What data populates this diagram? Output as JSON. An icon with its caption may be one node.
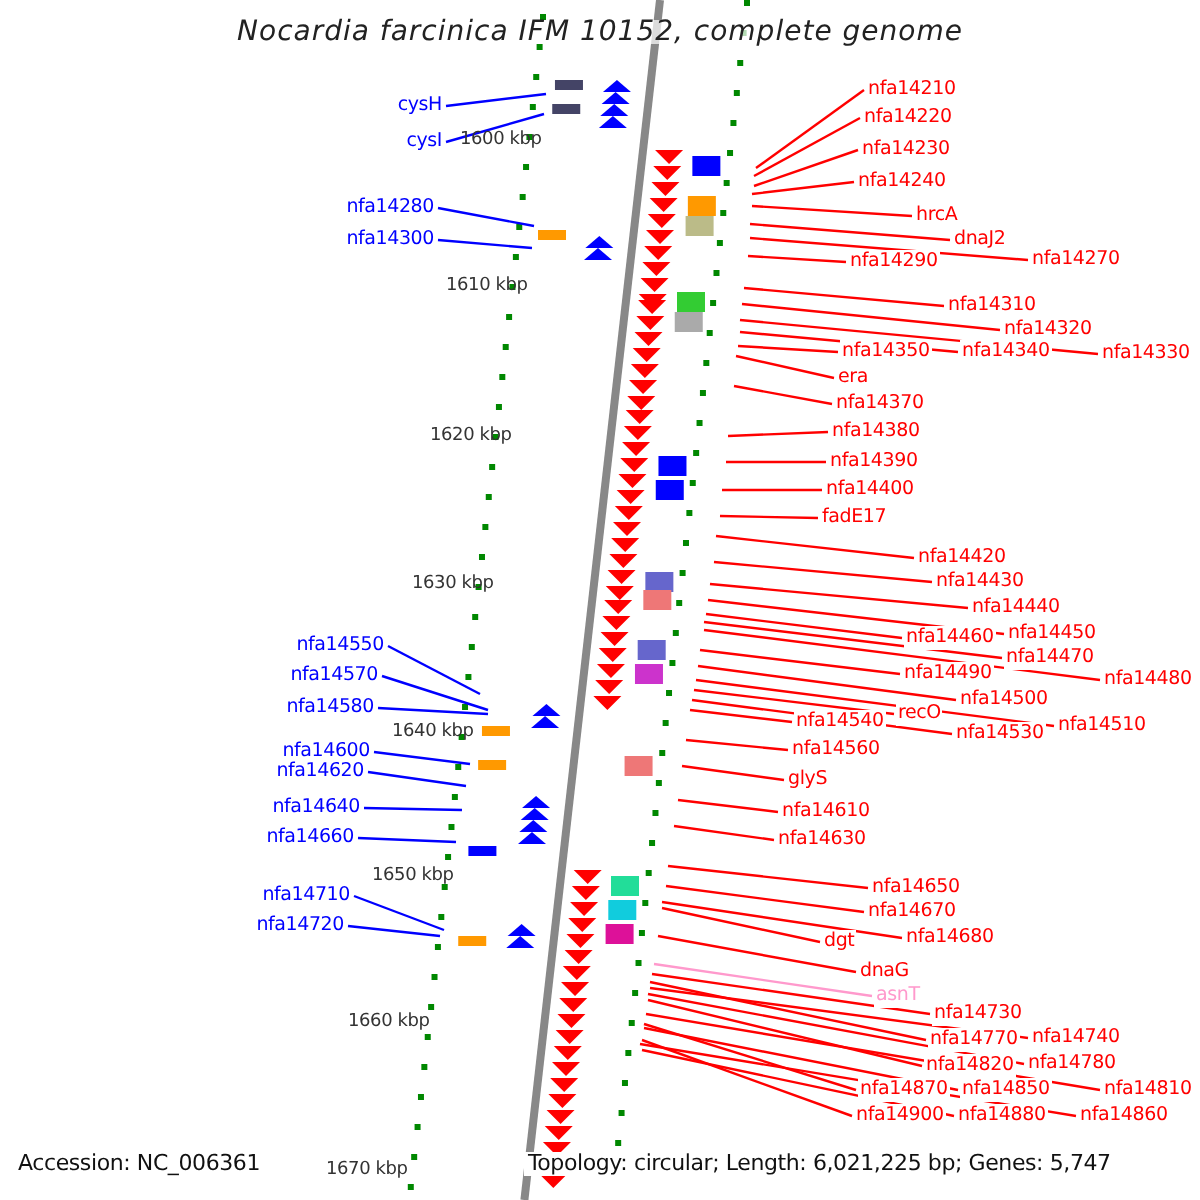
{
  "diagram": {
    "title": "Nocardia farcinica IFM 10152, complete genome",
    "nodes": [
      {
        "text": [
          "cysH"
        ]
      },
      {
        "text": [
          "cysI"
        ]
      },
      {
        "text": [
          "nfa14280"
        ]
      },
      {
        "text": [
          "nfa14300"
        ]
      },
      {
        "text": [
          "nfa14550"
        ]
      },
      {
        "text": [
          "nfa14570"
        ]
      },
      {
        "text": [
          "nfa14580"
        ]
      },
      {
        "text": [
          "nfa14600"
        ]
      },
      {
        "text": [
          "nfa14620"
        ]
      },
      {
        "text": [
          "nfa14640"
        ]
      },
      {
        "text": [
          "nfa14660"
        ]
      },
      {
        "text": [
          "nfa14710"
        ]
      },
      {
        "text": [
          "nfa14720"
        ]
      },
      {
        "text": [
          "nfa14210"
        ]
      },
      {
        "text": [
          "nfa14220"
        ]
      },
      {
        "text": [
          "nfa14230"
        ]
      },
      {
        "text": [
          "nfa14240"
        ]
      },
      {
        "text": [
          "hrcA"
        ]
      },
      {
        "text": [
          "dnaJ2"
        ]
      },
      {
        "text": [
          "nfa14270"
        ]
      },
      {
        "text": [
          "nfa14290"
        ]
      },
      {
        "text": [
          "nfa14310"
        ]
      },
      {
        "text": [
          "nfa14320"
        ]
      },
      {
        "text": [
          "nfa14330"
        ]
      },
      {
        "text": [
          "nfa14340"
        ]
      },
      {
        "text": [
          "nfa14350"
        ]
      },
      {
        "text": [
          "era"
        ]
      },
      {
        "text": [
          "nfa14370"
        ]
      },
      {
        "text": [
          "nfa14380"
        ]
      },
      {
        "text": [
          "nfa14390"
        ]
      },
      {
        "text": [
          "nfa14400"
        ]
      },
      {
        "text": [
          "fadE17"
        ]
      },
      {
        "text": [
          "nfa14420"
        ]
      },
      {
        "text": [
          "nfa14430"
        ]
      },
      {
        "text": [
          "nfa14440"
        ]
      },
      {
        "text": [
          "nfa14450"
        ]
      },
      {
        "text": [
          "nfa14460"
        ]
      },
      {
        "text": [
          "nfa14470"
        ]
      },
      {
        "text": [
          "nfa14480"
        ]
      },
      {
        "text": [
          "nfa14490"
        ]
      },
      {
        "text": [
          "nfa14500"
        ]
      },
      {
        "text": [
          "nfa14510"
        ]
      },
      {
        "text": [
          "recO"
        ]
      },
      {
        "text": [
          "nfa14530"
        ]
      },
      {
        "text": [
          "nfa14540"
        ]
      },
      {
        "text": [
          "nfa14560"
        ]
      },
      {
        "text": [
          "glyS"
        ]
      },
      {
        "text": [
          "nfa14610"
        ]
      },
      {
        "text": [
          "nfa14630"
        ]
      },
      {
        "text": [
          "nfa14650"
        ]
      },
      {
        "text": [
          "nfa14670"
        ]
      },
      {
        "text": [
          "dgt"
        ]
      },
      {
        "text": [
          "nfa14680"
        ]
      },
      {
        "text": [
          "dnaG"
        ]
      },
      {
        "text": [
          "asnT"
        ]
      },
      {
        "text": [
          "nfa14730"
        ]
      },
      {
        "text": [
          "nfa14770"
        ]
      },
      {
        "text": [
          "nfa14740"
        ]
      },
      {
        "text": [
          "nfa14820"
        ]
      },
      {
        "text": [
          "nfa14780"
        ]
      },
      {
        "text": [
          "nfa14810"
        ]
      },
      {
        "text": [
          "nfa14870"
        ]
      },
      {
        "text": [
          "nfa14850"
        ]
      },
      {
        "text": [
          "nfa14900"
        ]
      },
      {
        "text": [
          "nfa14880"
        ]
      },
      {
        "text": [
          "nfa14860"
        ]
      }
    ],
    "edges": [
      {
        "from": 0,
        "to": null,
        "arrow": "none",
        "color": "#0000ff"
      },
      {
        "from": 1,
        "to": null,
        "arrow": "none",
        "color": "#0000ff"
      },
      {
        "from": 2,
        "to": null,
        "arrow": "none",
        "color": "#0000ff"
      },
      {
        "from": 3,
        "to": null,
        "arrow": "none",
        "color": "#0000ff"
      },
      {
        "from": 4,
        "to": null,
        "arrow": "none",
        "color": "#0000ff"
      },
      {
        "from": 5,
        "to": null,
        "arrow": "none",
        "color": "#0000ff"
      },
      {
        "from": 6,
        "to": null,
        "arrow": "none",
        "color": "#0000ff"
      },
      {
        "from": 7,
        "to": null,
        "arrow": "none",
        "color": "#0000ff"
      },
      {
        "from": 8,
        "to": null,
        "arrow": "none",
        "color": "#0000ff"
      },
      {
        "from": 9,
        "to": null,
        "arrow": "none",
        "color": "#0000ff"
      },
      {
        "from": 10,
        "to": null,
        "arrow": "none",
        "color": "#0000ff"
      },
      {
        "from": 11,
        "to": null,
        "arrow": "none",
        "color": "#0000ff"
      },
      {
        "from": 12,
        "to": null,
        "arrow": "none",
        "color": "#0000ff"
      },
      {
        "from": 13,
        "to": null,
        "arrow": "none"
      },
      {
        "from": 14,
        "to": null,
        "arrow": "none"
      },
      {
        "from": 15,
        "to": null,
        "arrow": "none"
      },
      {
        "from": 16,
        "to": null,
        "arrow": "none"
      },
      {
        "from": 17,
        "to": null,
        "arrow": "none"
      },
      {
        "from": 18,
        "to": null,
        "arrow": "none"
      },
      {
        "from": 19,
        "to": null,
        "arrow": "none"
      },
      {
        "from": 20,
        "to": null,
        "arrow": "none"
      },
      {
        "from": 21,
        "to": null,
        "arrow": "none"
      },
      {
        "from": 22,
        "to": null,
        "arrow": "none"
      },
      {
        "from": 23,
        "to": null,
        "arrow": "none"
      },
      {
        "from": 24,
        "to": null,
        "arrow": "none"
      },
      {
        "from": 25,
        "to": null,
        "arrow": "none"
      },
      {
        "from": 26,
        "to": null,
        "arrow": "none"
      },
      {
        "from": 27,
        "to": null,
        "arrow": "none"
      },
      {
        "from": 28,
        "to": null,
        "arrow": "none"
      },
      {
        "from": 29,
        "to": null,
        "arrow": "none"
      },
      {
        "from": 30,
        "to": null,
        "arrow": "none"
      },
      {
        "from": 31,
        "to": null,
        "arrow": "none"
      },
      {
        "from": 32,
        "to": null,
        "arrow": "none"
      },
      {
        "from": 33,
        "to": null,
        "arrow": "none"
      },
      {
        "from": 34,
        "to": null,
        "arrow": "none"
      },
      {
        "from": 35,
        "to": null,
        "arrow": "none"
      },
      {
        "from": 36,
        "to": null,
        "arrow": "none"
      },
      {
        "from": 37,
        "to": null,
        "arrow": "none"
      },
      {
        "from": 38,
        "to": null,
        "arrow": "none"
      },
      {
        "from": 39,
        "to": null,
        "arrow": "none"
      },
      {
        "from": 40,
        "to": null,
        "arrow": "none"
      },
      {
        "from": 41,
        "to": null,
        "arrow": "none"
      },
      {
        "from": 42,
        "to": null,
        "arrow": "none"
      },
      {
        "from": 43,
        "to": null,
        "arrow": "none"
      },
      {
        "from": 44,
        "to": null,
        "arrow": "none"
      },
      {
        "from": 45,
        "to": null,
        "arrow": "none"
      },
      {
        "from": 46,
        "to": null,
        "arrow": "none"
      },
      {
        "from": 47,
        "to": null,
        "arrow": "none"
      },
      {
        "from": 48,
        "to": null,
        "arrow": "none"
      },
      {
        "from": 49,
        "to": null,
        "arrow": "none"
      },
      {
        "from": 50,
        "to": null,
        "arrow": "none"
      },
      {
        "from": 51,
        "to": null,
        "arrow": "none"
      },
      {
        "from": 52,
        "to": null,
        "arrow": "none"
      },
      {
        "from": 53,
        "to": null,
        "arrow": "none"
      },
      {
        "from": 54,
        "to": null,
        "arrow": "none",
        "color": "#ff99cc"
      },
      {
        "from": 55,
        "to": null,
        "arrow": "none"
      },
      {
        "from": 56,
        "to": null,
        "arrow": "none"
      },
      {
        "from": 57,
        "to": null,
        "arrow": "none"
      },
      {
        "from": 58,
        "to": null,
        "arrow": "none"
      },
      {
        "from": 59,
        "to": null,
        "arrow": "none"
      },
      {
        "from": 60,
        "to": null,
        "arrow": "none"
      },
      {
        "from": 61,
        "to": null,
        "arrow": "none"
      },
      {
        "from": 62,
        "to": null,
        "arrow": "none"
      },
      {
        "from": 63,
        "to": null,
        "arrow": "none"
      },
      {
        "from": 64,
        "to": null,
        "arrow": "none"
      },
      {
        "from": 65,
        "to": null,
        "arrow": "none"
      }
    ],
    "labels": [
      "1600 kbp",
      "1610 kbp",
      "1620 kbp",
      "1630 kbp",
      "1640 kbp",
      "1650 kbp",
      "1660 kbp",
      "1670 kbp",
      "Accession: NC_006361",
      "Topology: circular; Length: 6,021,225 bp; Genes: 5,747"
    ]
  }
}
